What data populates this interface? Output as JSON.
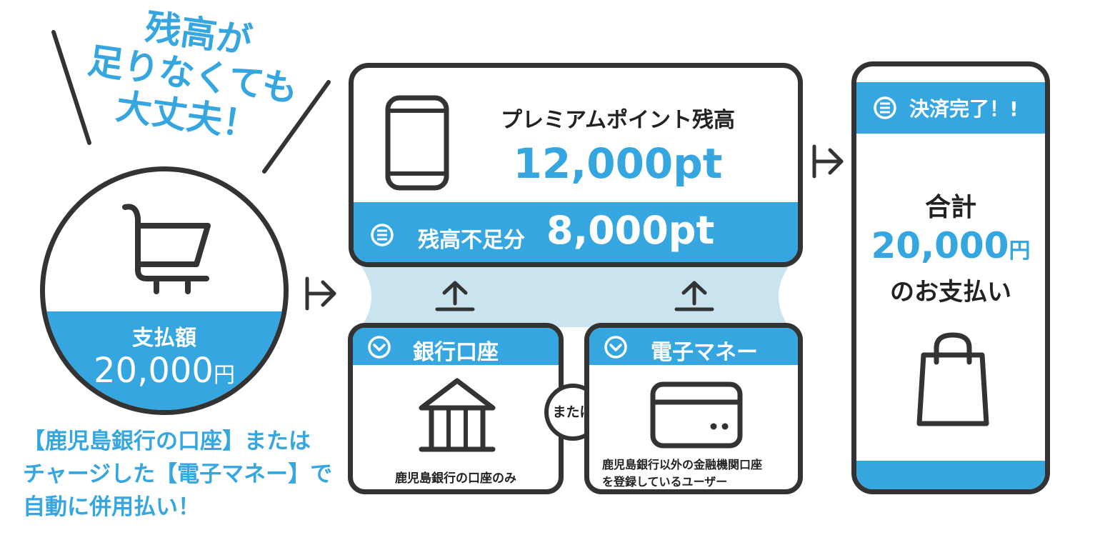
{
  "catchphrase": {
    "line1": "残高が",
    "line2": "足りなくても",
    "line3": "大丈夫！"
  },
  "payment": {
    "label": "支払額",
    "amount": "20,000",
    "unit": "円"
  },
  "note": {
    "line1": "【鹿児島銀行の口座】または",
    "line2": "チャージした【電子マネー】で",
    "line3": "自動に併用払い！"
  },
  "points": {
    "title": "プレミアムポイント残高",
    "balance": "12,000pt",
    "shortage_label": "残高不足分",
    "shortage_value": "8,000pt"
  },
  "bank": {
    "title": "銀行口座",
    "note": "鹿児島銀行の口座のみ"
  },
  "or_label": "または",
  "emoney": {
    "title": "電子マネー",
    "note_line1": "鹿児島銀行以外の金融機関口座",
    "note_line2": "を登録しているユーザー"
  },
  "complete": {
    "header": "決済完了！!",
    "total_label": "合計",
    "amount": "20,000",
    "unit": "円",
    "suffix": "のお支払い"
  },
  "colors": {
    "accent": "#35a6df",
    "dark": "#333333",
    "light_band": "#c9e3ef"
  }
}
